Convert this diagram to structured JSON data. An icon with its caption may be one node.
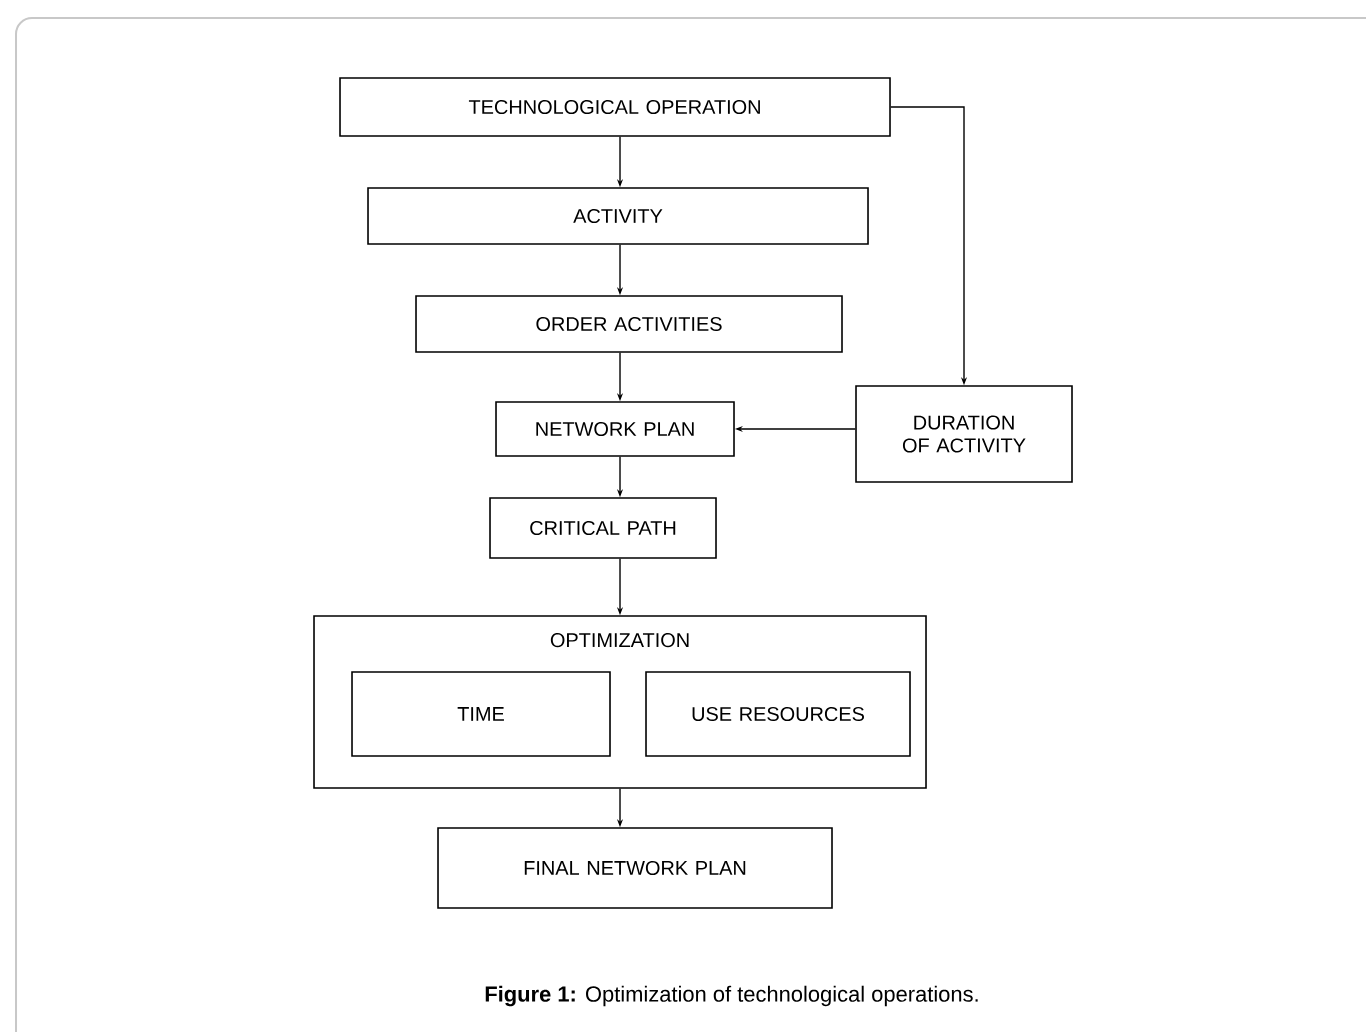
{
  "diagram": {
    "caption": "**Figure 1:** Optimization of technological operations.",
    "nodes": [
      {
        "text": [
          "TECHNOLOGICAL OPERATION"
        ]
      },
      {
        "text": [
          "ACTIVITY"
        ]
      },
      {
        "text": [
          "ORDER ACTIVITIES"
        ]
      },
      {
        "text": [
          "NETWORK PLAN"
        ]
      },
      {
        "text": [
          "DURATION OF ACTIVITY"
        ]
      },
      {
        "text": [
          "CRITICAL PATH"
        ]
      },
      {
        "text": [
          "OPTIMIZATION"
        ]
      },
      {
        "text": [
          "TIME"
        ],
        "in": 6
      },
      {
        "text": [
          "USE RESOURCES"
        ],
        "in": 6
      },
      {
        "text": [
          "FINAL NETWORK PLAN"
        ]
      }
    ],
    "edges": [
      {
        "from": 0,
        "to": 1,
        "arrow": "to"
      },
      {
        "from": 1,
        "to": 2,
        "arrow": "to"
      },
      {
        "from": 2,
        "to": 3,
        "arrow": "to"
      },
      {
        "from": 4,
        "to": 3,
        "arrow": "to"
      },
      {
        "from": 0,
        "to": 4,
        "arrow": "to"
      },
      {
        "from": 3,
        "to": 5,
        "arrow": "to"
      },
      {
        "from": 5,
        "to": 6,
        "arrow": "to"
      },
      {
        "from": 6,
        "to": 9,
        "arrow": "to"
      }
    ]
  }
}
